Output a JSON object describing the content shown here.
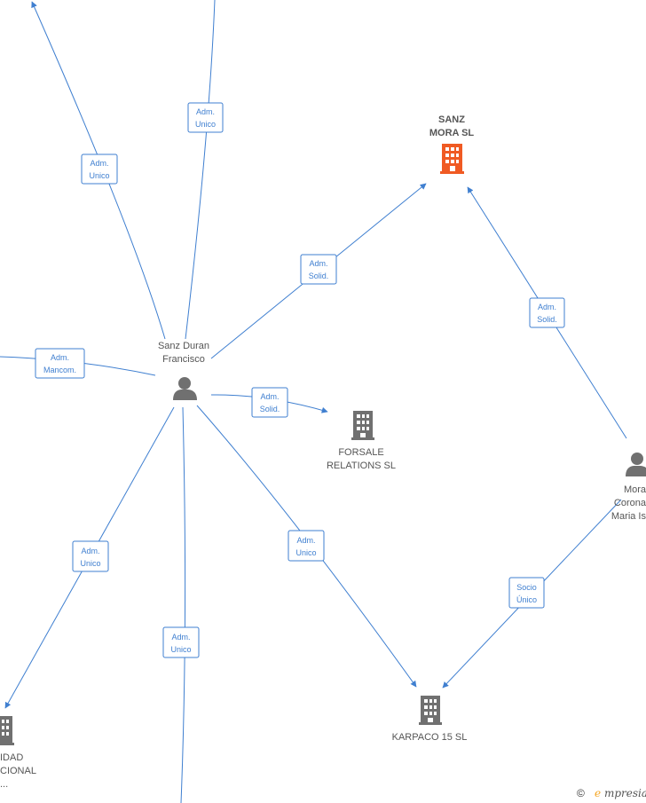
{
  "colors": {
    "edge": "#3f7fd0",
    "node_text": "#555555",
    "building_gray": "#707070",
    "building_highlight": "#f05a23",
    "person_gray": "#707070",
    "watermark_e": "#f5a623"
  },
  "nodes": {
    "sanz_mora": {
      "label_line1": "SANZ",
      "label_line2": "MORA  SL",
      "icon": "building-icon-highlight"
    },
    "sanz_duran": {
      "label_line1": "Sanz Duran",
      "label_line2": "Francisco",
      "icon": "person-icon"
    },
    "forsale": {
      "label_line1": "FORSALE",
      "label_line2": "RELATIONS SL",
      "icon": "building-icon"
    },
    "mora_coronado": {
      "label_line1": "Mora",
      "label_line2": "Corona",
      "label_line3": "Maria Is",
      "icon": "person-icon"
    },
    "karpaco": {
      "label_line1": "KARPACO 15  SL",
      "icon": "building-icon"
    },
    "sociedad": {
      "label_line1": "IDAD",
      "label_line2": "CIONAL",
      "label_line3": "...",
      "icon": "building-icon"
    }
  },
  "edges": [
    {
      "id": "e-top-left",
      "line1": "Adm.",
      "line2": "Unico"
    },
    {
      "id": "e-top-center",
      "line1": "Adm.",
      "line2": "Unico"
    },
    {
      "id": "e-to-sanz-mora",
      "line1": "Adm.",
      "line2": "Solid."
    },
    {
      "id": "e-mora-to-sanz-mora",
      "line1": "Adm.",
      "line2": "Solid."
    },
    {
      "id": "e-left",
      "line1": "Adm.",
      "line2": "Mancom."
    },
    {
      "id": "e-to-forsale",
      "line1": "Adm.",
      "line2": "Solid."
    },
    {
      "id": "e-to-karpaco",
      "line1": "Adm.",
      "line2": "Unico"
    },
    {
      "id": "e-to-sociedad",
      "line1": "Adm.",
      "line2": "Unico"
    },
    {
      "id": "e-bottom",
      "line1": "Adm.",
      "line2": "Unico"
    },
    {
      "id": "e-mora-to-karpaco",
      "line1": "Socio",
      "line2": "Único"
    }
  ],
  "watermark": {
    "copyright": "©",
    "brand_e": "e",
    "brand_rest": "mpresia"
  }
}
